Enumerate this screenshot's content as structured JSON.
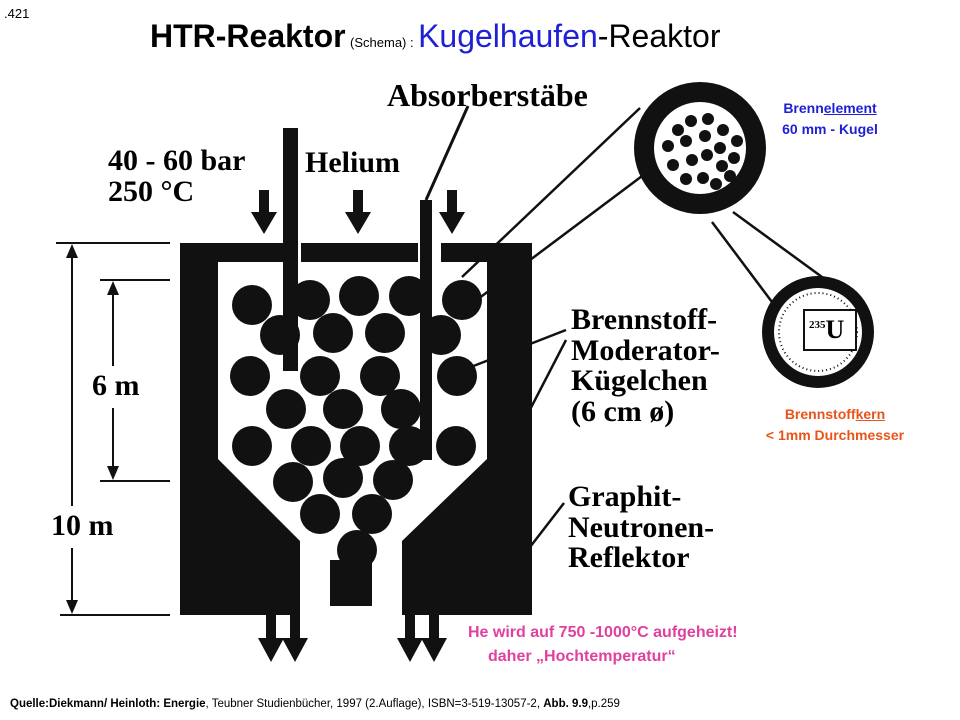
{
  "slide_number": ".421",
  "title": {
    "main": "HTR-Reaktor",
    "small": "(Schema) :",
    "blue": "Kugelhaufen",
    "rest": "-Reaktor"
  },
  "diagram_labels": {
    "absorber": "Absorberstäbe",
    "pressure_line1": "40 - 60 bar",
    "pressure_line2": "250 °C",
    "helium": "Helium",
    "fuel_line1": "Brennstoff-",
    "fuel_line2": "Moderator-",
    "fuel_line3": "Kügelchen",
    "fuel_line4": "(6 cm ø)",
    "graphite_line1": "Graphit-",
    "graphite_line2": "Neutronen-",
    "graphite_line3": "Reflektor",
    "height_inner": "6 m",
    "height_outer": "10 m",
    "isotope_mass": "235",
    "isotope_symbol": "U"
  },
  "callouts": {
    "element_prefix": "Brenn",
    "element_underlined": "element",
    "element_line2": "60 mm - Kugel",
    "kernel_prefix": "Brennstoff",
    "kernel_underlined": "kern",
    "kernel_line2": "< 1mm Durchmesser"
  },
  "note": {
    "line1": "He wird auf 750 -1000°C aufgeheizt!",
    "line2": "daher „Hochtemperatur“"
  },
  "source": {
    "prefix": "Quelle:Diekmann/  Heinloth: Energie",
    "middle": ", Teubner Studienbücher, 1997 (2.Auflage), ISBN=3-519-13057-2,  ",
    "figure": "Abb. 9.9",
    "suffix": ",p.259"
  },
  "colors": {
    "blue": "#1f1fd6",
    "orange": "#e8541a",
    "pink": "#e040a0",
    "ink": "#111111"
  }
}
